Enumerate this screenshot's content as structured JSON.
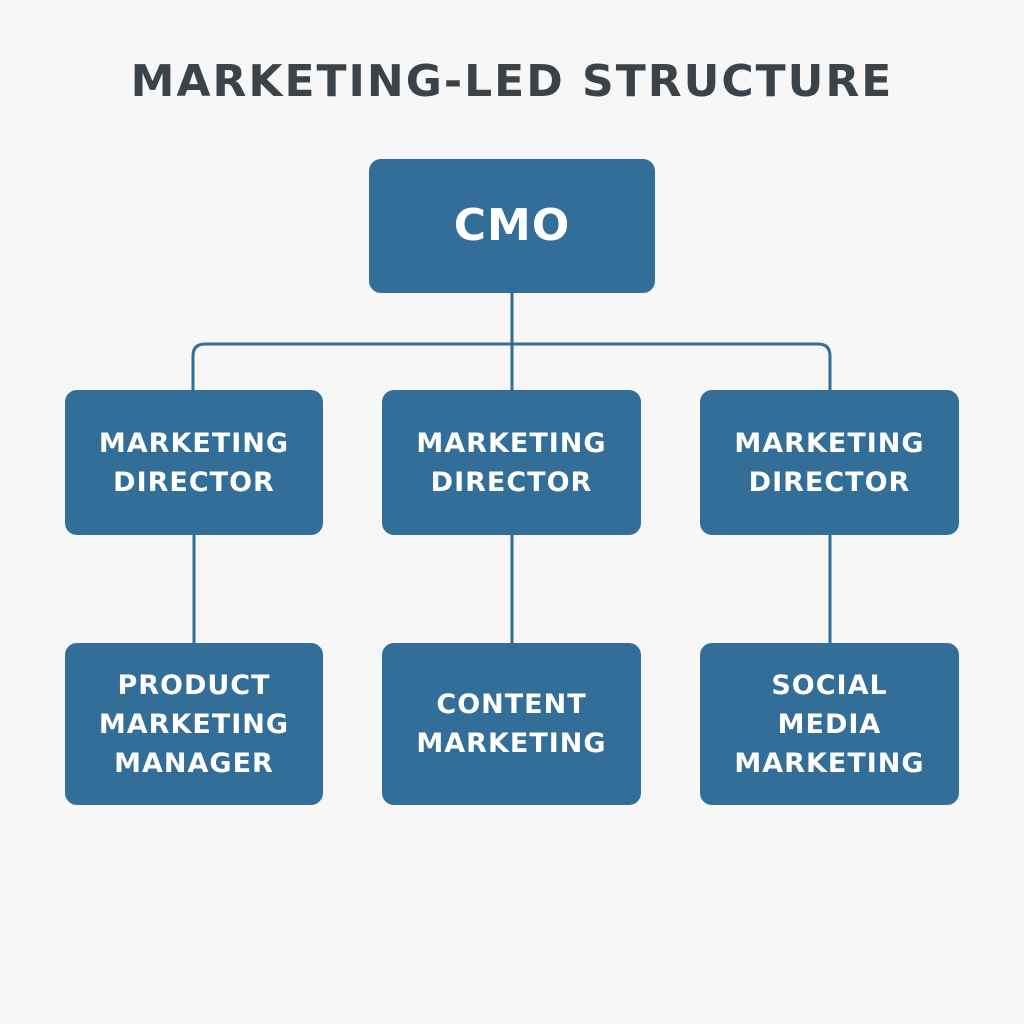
{
  "title": "MARKETING-LED STRUCTURE",
  "colors": {
    "background": "#f7f7f7",
    "box": "#336e98",
    "box_text": "#ffffff",
    "title_text": "#3b4248",
    "connector": "#336e98"
  },
  "nodes": {
    "root": {
      "label": "CMO"
    },
    "directors": [
      {
        "label": "MARKETING\nDIRECTOR"
      },
      {
        "label": "MARKETING\nDIRECTOR"
      },
      {
        "label": "MARKETING\nDIRECTOR"
      }
    ],
    "teams": [
      {
        "label": "PRODUCT\nMARKETING\nMANAGER"
      },
      {
        "label": "CONTENT\nMARKETING"
      },
      {
        "label": "SOCIAL\nMEDIA\nMARKETING"
      }
    ]
  }
}
